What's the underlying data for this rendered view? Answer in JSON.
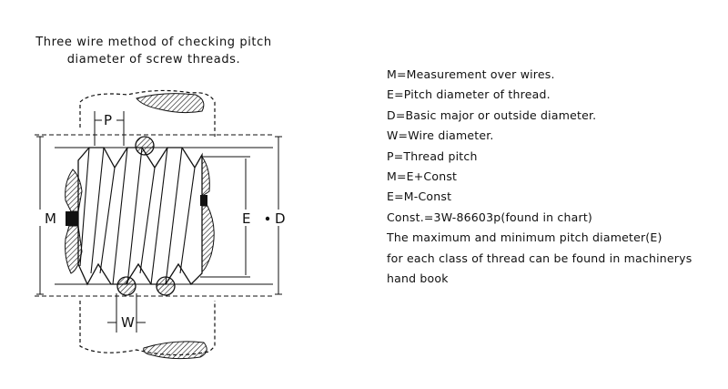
{
  "title": {
    "line1": "Three wire method of checking pitch",
    "line2": "diameter of screw threads."
  },
  "legend": [
    "M=Measurement over wires.",
    "E=Pitch diameter of thread.",
    "D=Basic major or outside diameter.",
    "W=Wire diameter.",
    "P=Thread pitch",
    "M=E+Const",
    "E=M-Const",
    "Const.=3W-86603p(found in chart)",
    "The maximum and minimum pitch diameter(E)",
    "for each class of thread can be found in machinerys",
    "hand  book"
  ],
  "diagram_labels": {
    "p": "P",
    "m": "M",
    "e": "E",
    "d": "D",
    "w": "W"
  }
}
